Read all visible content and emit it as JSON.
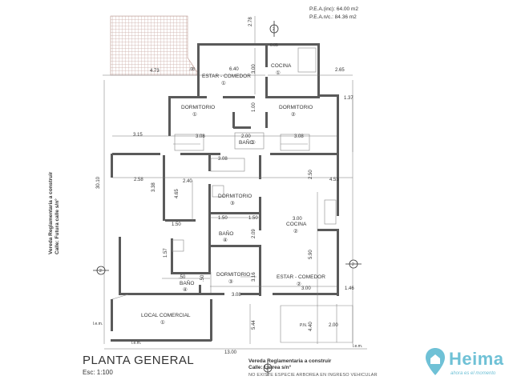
{
  "header": {
    "pea_inc": "P.E.A.(inc): 64.00 m2",
    "pea_nc": "P.E.A.n/c.: 84.36 m2"
  },
  "rooms": {
    "estar_comedor_top": "ESTAR - COMEDOR",
    "estar_comedor_top_num": "①",
    "cocina_top": "COCINA",
    "cocina_top_num": "①",
    "dormitorio_left": "DORMITORIO",
    "dormitorio_left_num": "①",
    "dormitorio_right": "DORMITORIO",
    "dormitorio_right_num": "②",
    "bano_top": "BAÑO",
    "bano_top_num": "①",
    "dormitorio_mid": "DORMITORIO",
    "dormitorio_mid_num": "③",
    "cocina_mid": "COCINA",
    "cocina_mid_num": "②",
    "bano_mid": "BAÑO",
    "bano_mid_num": "④",
    "dormitorio_low": "DORMITORIO",
    "dormitorio_low_num": "③",
    "estar_comedor_low": "ESTAR - COMEDOR",
    "estar_comedor_low_num": "②",
    "bano_low": "BAÑO",
    "bano_low_num": "④",
    "local_comercial": "LOCAL COMERCIAL",
    "local_comercial_num": "①"
  },
  "dimensions": {
    "d_473": "4.73",
    "d_640": "6.40",
    "d_300a": "3.00",
    "d_265": "2.65",
    "d_278": "2.78",
    "d_137": "1.37",
    "d_100": "1.00",
    "d_315": "3.15",
    "d_308a": "3.08",
    "d_200": "2.00",
    "d_308b": "3.08",
    "d_308c": "3.08",
    "d_258": "2.58",
    "d_240": "2.40",
    "d_250": "2.50",
    "d_453": "4.53",
    "d_338": "3.38",
    "d_465": "4.65",
    "d_150a": "1.50",
    "d_150b": "1.50",
    "d_150c": "1.50",
    "d_300b": "3.00",
    "d_209": "2.09",
    "d_157": "1.57",
    "d_050a": ".50",
    "d_050b": ".50",
    "d_316": "3.16",
    "d_590": "5.90",
    "d_308d": "3.08",
    "d_300c": "3.00",
    "d_146": "1.46",
    "d_544": "5.44",
    "d_440": "4.40",
    "d_200b": "2.00",
    "d_1300": "13.00",
    "d_3010": "30.10",
    "d_08": ".08",
    "d_005": "0.05",
    "pn": "P.N.",
    "lem1": "l.e.m.",
    "lem2": "l.e.m.",
    "lem3": "l.e.m.",
    "north_a": "2",
    "north_b": "2",
    "north_c": "2",
    "north_d": "2"
  },
  "footer": {
    "title": "PLANTA GENERAL",
    "scale": "Esc: 1:100",
    "street_line1": "Vereda Reglamentaria a construir",
    "street_line2": "Calle: Larrea s/n°",
    "notice": "NO EXISTE ESPECIE ARBOREA EN INGRESO VEHICULAR",
    "side_line1": "Vereda Reglamentaria a construir",
    "side_line2": "Calle: Futura calle s/n°"
  },
  "logo": {
    "name": "Heima",
    "tagline": "ahora es el momento",
    "color": "#6fc1d6"
  }
}
